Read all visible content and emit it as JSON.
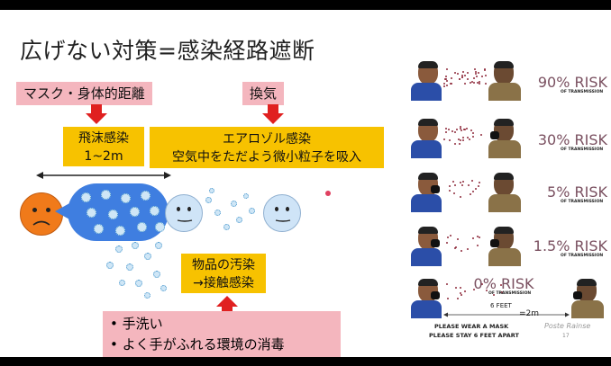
{
  "title": "広げない対策=感染経路遮断",
  "labels": {
    "mask_distance": "マスク・身体的距離",
    "ventilation": "換気",
    "droplet_1": "飛沫感染",
    "droplet_2": "1~2m",
    "aerosol_1": "エアロゾル感染",
    "aerosol_2": "空気中をただよう微小粒子を吸入",
    "contact_1": "物品の汚染",
    "contact_2": "→接触感染"
  },
  "bullets": [
    "手洗い",
    "よく手がふれる環境の消毒"
  ],
  "bullet_mark": "•",
  "risk_panel": {
    "rows": [
      {
        "risk": "90% RISK",
        "sub": "OF TRANSMISSION"
      },
      {
        "risk": "30% RISK",
        "sub": "OF TRANSMISSION"
      },
      {
        "risk": "5% RISK",
        "sub": "OF TRANSMISSION"
      },
      {
        "risk": "1.5% RISK",
        "sub": "OF TRANSMISSION"
      },
      {
        "risk": "0% RISK",
        "sub": "OF TRANSMISSION"
      }
    ],
    "distance": "6 FEET",
    "distance_m": "=2m",
    "footer_1": "PLEASE WEAR A MASK",
    "footer_2": "PLEASE STAY 6 FEET APART",
    "brand": "Poste Rainse",
    "page": "17"
  },
  "colors": {
    "pink": "#f4b6be",
    "yellow": "#f7c200",
    "arrow_red": "#e02020",
    "cloud_blue": "#3f7ee0",
    "face_orange": "#f07a1a",
    "face_blue": "#cfe4f7",
    "risk_text": "#7a5060"
  }
}
